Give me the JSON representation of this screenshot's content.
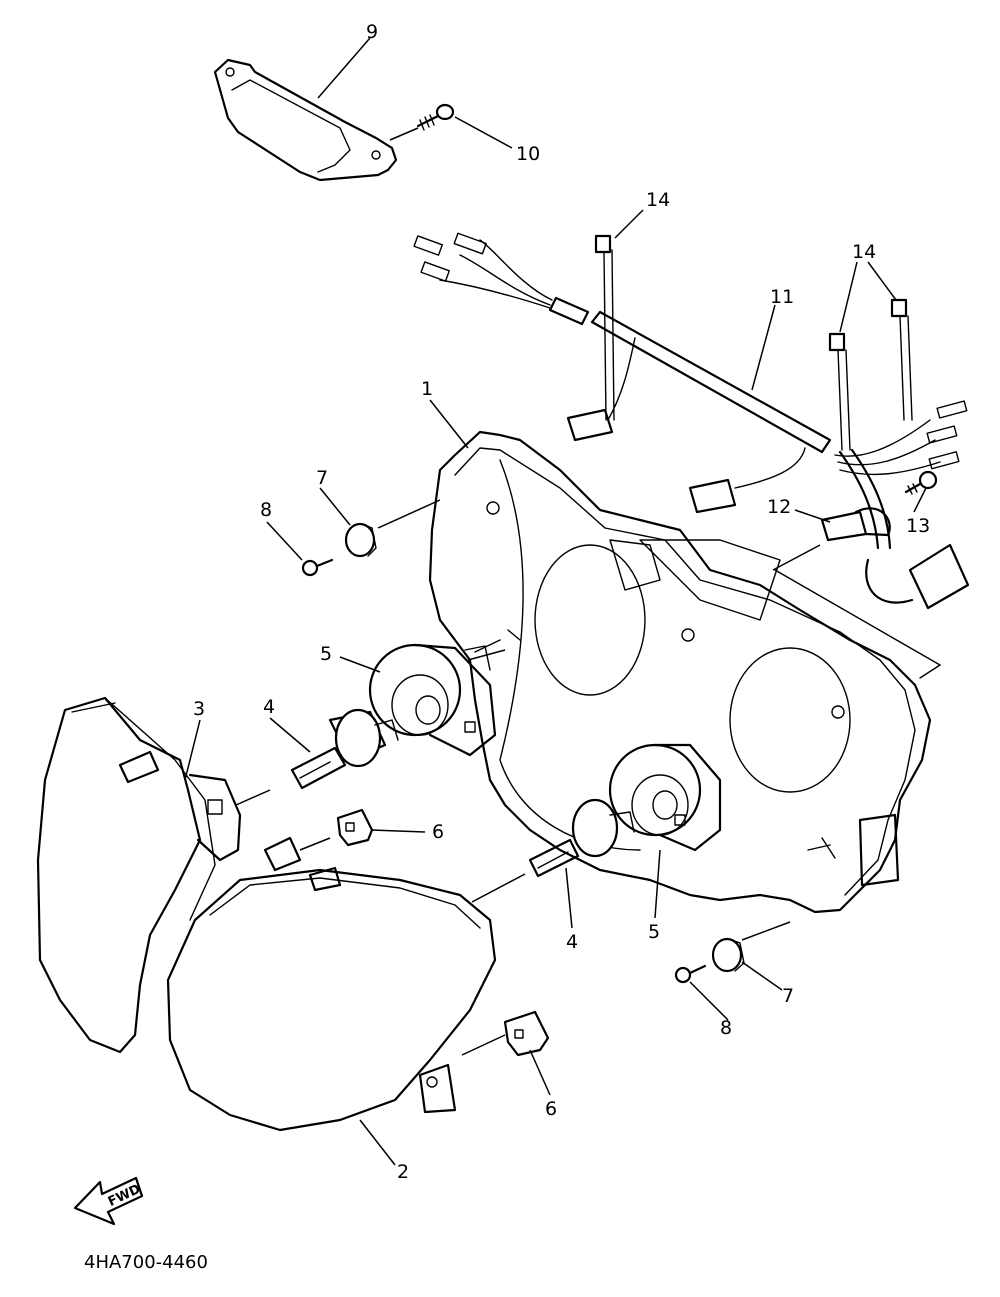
{
  "diagram_code": "4HA700-4460",
  "fwd_label": "FWD",
  "callouts": [
    {
      "id": "c1",
      "label": "1"
    },
    {
      "id": "c2",
      "label": "2"
    },
    {
      "id": "c3",
      "label": "3"
    },
    {
      "id": "c4a",
      "label": "4"
    },
    {
      "id": "c4b",
      "label": "4"
    },
    {
      "id": "c5a",
      "label": "5"
    },
    {
      "id": "c5b",
      "label": "5"
    },
    {
      "id": "c6a",
      "label": "6"
    },
    {
      "id": "c6b",
      "label": "6"
    },
    {
      "id": "c7a",
      "label": "7"
    },
    {
      "id": "c7b",
      "label": "7"
    },
    {
      "id": "c8a",
      "label": "8"
    },
    {
      "id": "c8b",
      "label": "8"
    },
    {
      "id": "c9",
      "label": "9"
    },
    {
      "id": "c10",
      "label": "10"
    },
    {
      "id": "c11",
      "label": "11"
    },
    {
      "id": "c12",
      "label": "12"
    },
    {
      "id": "c13",
      "label": "13"
    },
    {
      "id": "c14a",
      "label": "14"
    },
    {
      "id": "c14b",
      "label": "14"
    }
  ]
}
